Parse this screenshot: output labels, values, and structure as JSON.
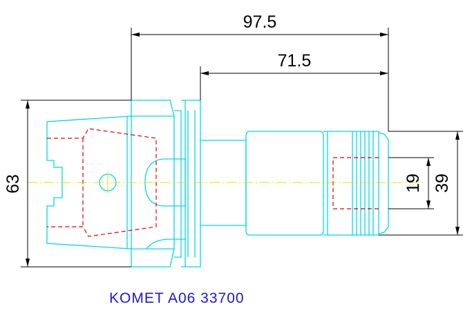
{
  "colors": {
    "outline": "#00d8e8",
    "hidden": "#e00000",
    "centerline": "#e0e000",
    "dimension": "#000000",
    "caption": "#1a1ad0"
  },
  "dimensions": {
    "overall_length": "97.5",
    "shank_length": "71.5",
    "head_diameter": "63",
    "inner_diameter": "19",
    "shank_diameter": "39"
  },
  "caption": "KOMET A06 33700"
}
